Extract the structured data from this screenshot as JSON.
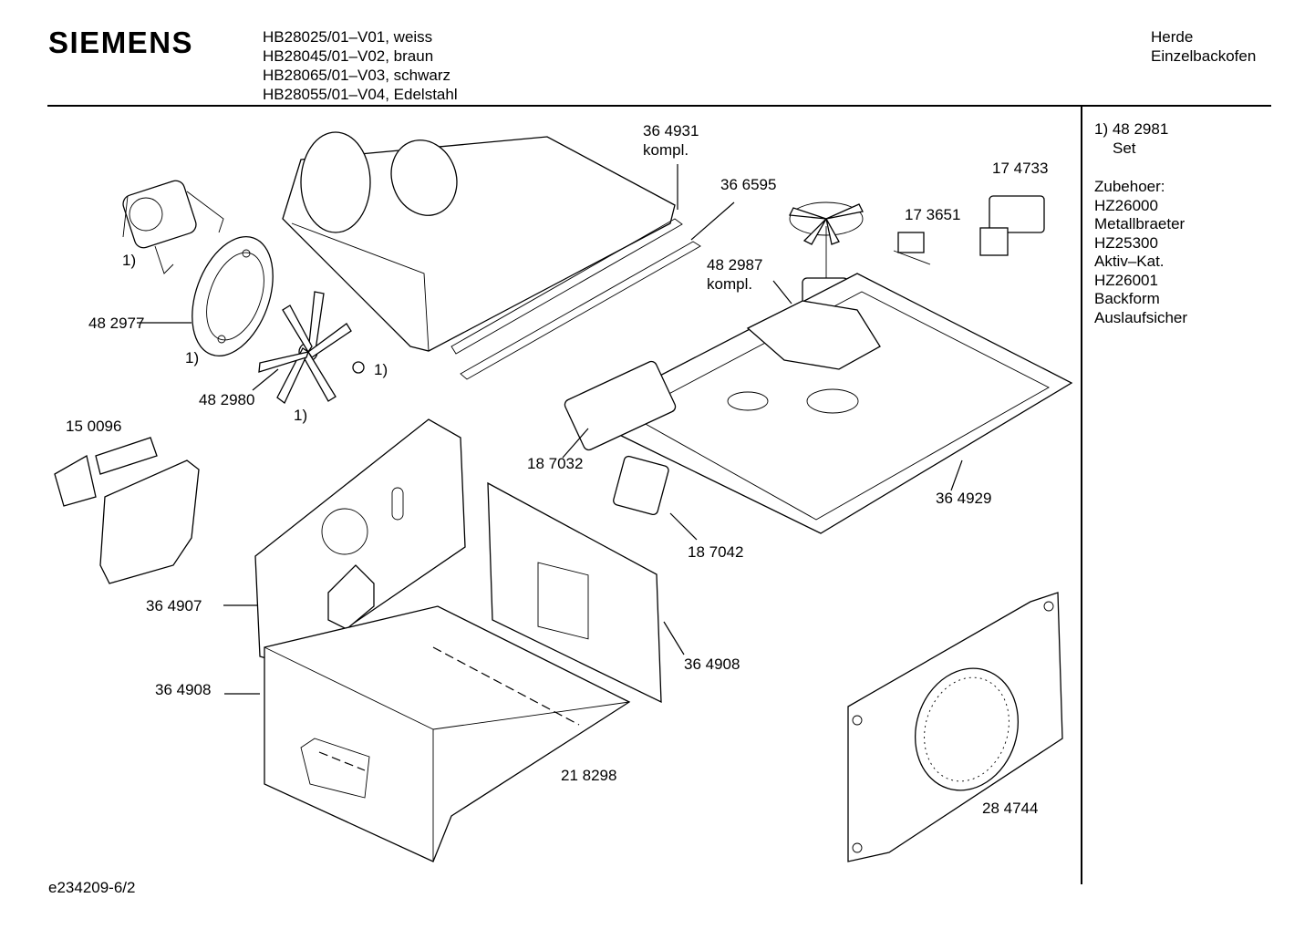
{
  "header": {
    "brand": "SIEMENS",
    "models": [
      "HB28025/01–V01, weiss",
      "HB28045/01–V02, braun",
      "HB28065/01–V03, schwarz",
      "HB28055/01–V04, Edelstahl"
    ],
    "category_line1": "Herde",
    "category_line2": "Einzelbackofen"
  },
  "sidebar": {
    "set_number": "1) 48 2981",
    "set_label": "Set",
    "accessories_title": "Zubehoer:",
    "accessories": [
      "HZ26000",
      "Metallbraeter",
      "HZ25300",
      "Aktiv–Kat.",
      "HZ26001",
      "Backform",
      "Auslaufsicher"
    ]
  },
  "labels": {
    "p364931": "36 4931",
    "p364931_note": "kompl.",
    "p366595": "36 6595",
    "p174733": "17 4733",
    "p173651": "17 3651",
    "p482987": "48 2987",
    "p482987_note": "kompl.",
    "fn_motor": "1)",
    "p482977": "48 2977",
    "fn_plate": "1)",
    "fn_nut": "1)",
    "p482980": "48 2980",
    "fn_fan": "1)",
    "p150096": "15 0096",
    "p187032": "18 7032",
    "p364929": "36 4929",
    "p187042": "18 7042",
    "p364907": "36 4907",
    "p364908_right": "36 4908",
    "p364908_left": "36 4908",
    "p218298": "21 8298",
    "p284744": "28 4744"
  },
  "footer": {
    "drawing_id": "e234209-6/2"
  }
}
